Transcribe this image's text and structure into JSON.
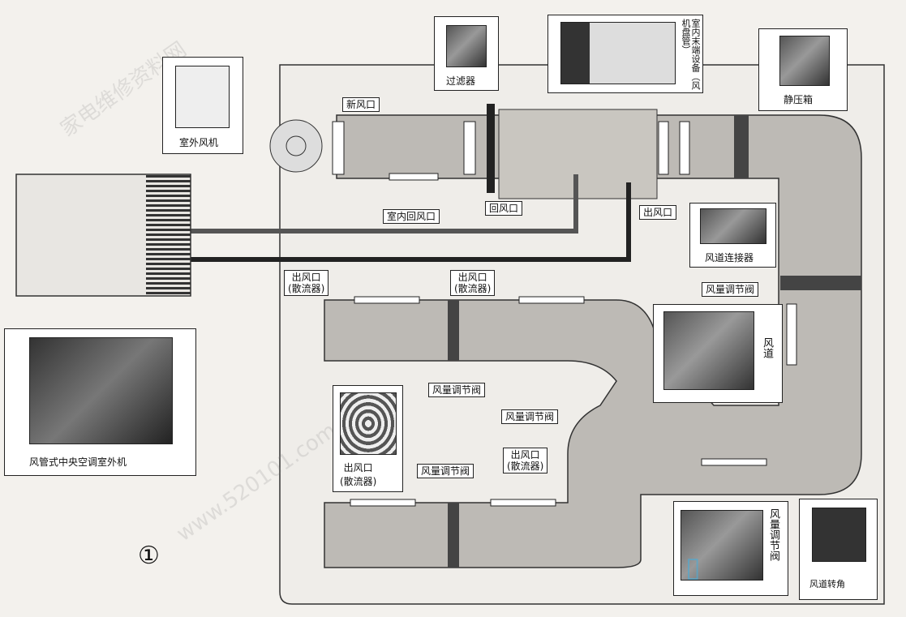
{
  "labels": {
    "outdoor_fan": "室外风机",
    "fresh_air_inlet": "新风口",
    "filter": "过滤器",
    "indoor_terminal": "室内末端设备（风机盘管）",
    "plenum_box": "静压箱",
    "indoor_return_inlet": "室内回风口",
    "return_inlet": "回风口",
    "outlet": "出风口",
    "duct_connector": "风道连接器",
    "damper_right": "风量调节阀",
    "duct": "风道",
    "diffuser_1": "出风口\n(散流器)",
    "diffuser_2": "出风口\n(散流器)",
    "damper_mid": "风量调节阀",
    "damper_diag": "风量调节阀",
    "diffuser_box": "出风口\n(散流器)",
    "damper_low": "风量调节阀",
    "diffuser_3": "出风口\n(散流器)",
    "damper_photo": "风量调节阀",
    "duct_corner": "风道转角",
    "outdoor_unit": "风管式中央空调室外机",
    "figure_number": "①"
  },
  "watermarks": {
    "site": "家电维修资料网",
    "url": "www.520101.com"
  }
}
